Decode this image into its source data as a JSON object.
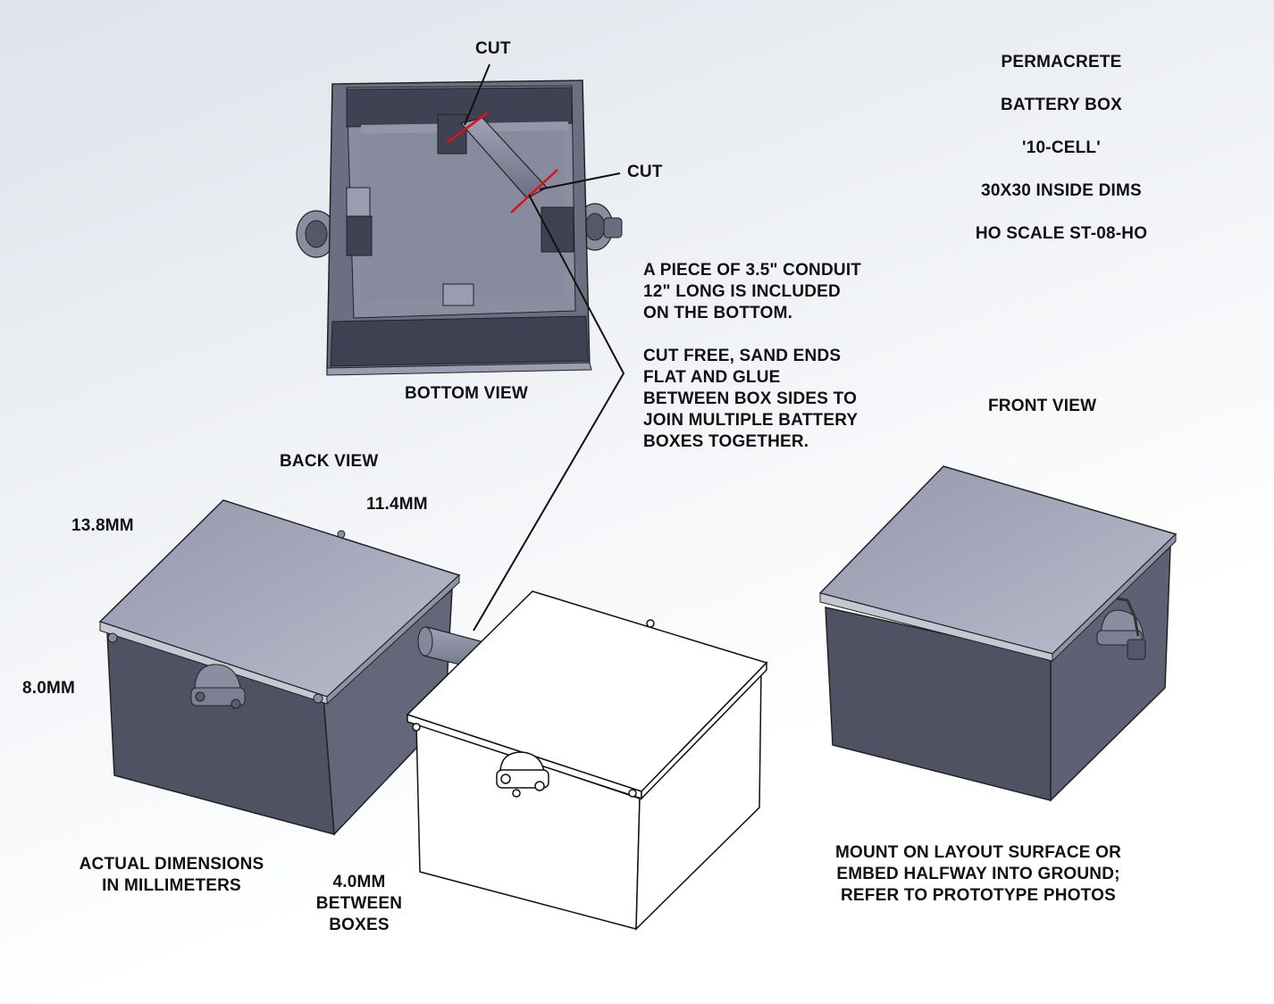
{
  "title_block": {
    "line1": "PERMACRETE",
    "line2": "BATTERY BOX",
    "line3": "'10-CELL'",
    "line4": "30X30 INSIDE DIMS",
    "line5": "HO SCALE   ST-08-HO"
  },
  "labels": {
    "cut_top": "CUT",
    "cut_right": "CUT",
    "bottom_view": "BOTTOM VIEW",
    "back_view": "BACK VIEW",
    "front_view": "FRONT VIEW",
    "dim_width": "13.8MM",
    "dim_depth": "11.4MM",
    "dim_height": "8.0MM",
    "dim_gap": "4.0MM\nBETWEEN\nBOXES",
    "actual_dims": "ACTUAL DIMENSIONS\nIN MILLIMETERS"
  },
  "notes": {
    "conduit": "A PIECE OF 3.5\" CONDUIT\n12\" LONG IS INCLUDED\nON THE BOTTOM.",
    "assembly": "CUT FREE, SAND ENDS\nFLAT AND GLUE\nBETWEEN BOX SIDES TO\nJOIN MULTIPLE BATTERY\nBOXES TOGETHER.",
    "mounting": "MOUNT ON LAYOUT SURFACE OR\nEMBED HALFWAY INTO GROUND;\nREFER TO PROTOTYPE PHOTOS"
  },
  "colors": {
    "box_side": "#4f5263",
    "box_lid": "#a8abbd",
    "box_inner": "#7b7e8f",
    "cut_mark": "#e01010",
    "outline": "#111111"
  }
}
